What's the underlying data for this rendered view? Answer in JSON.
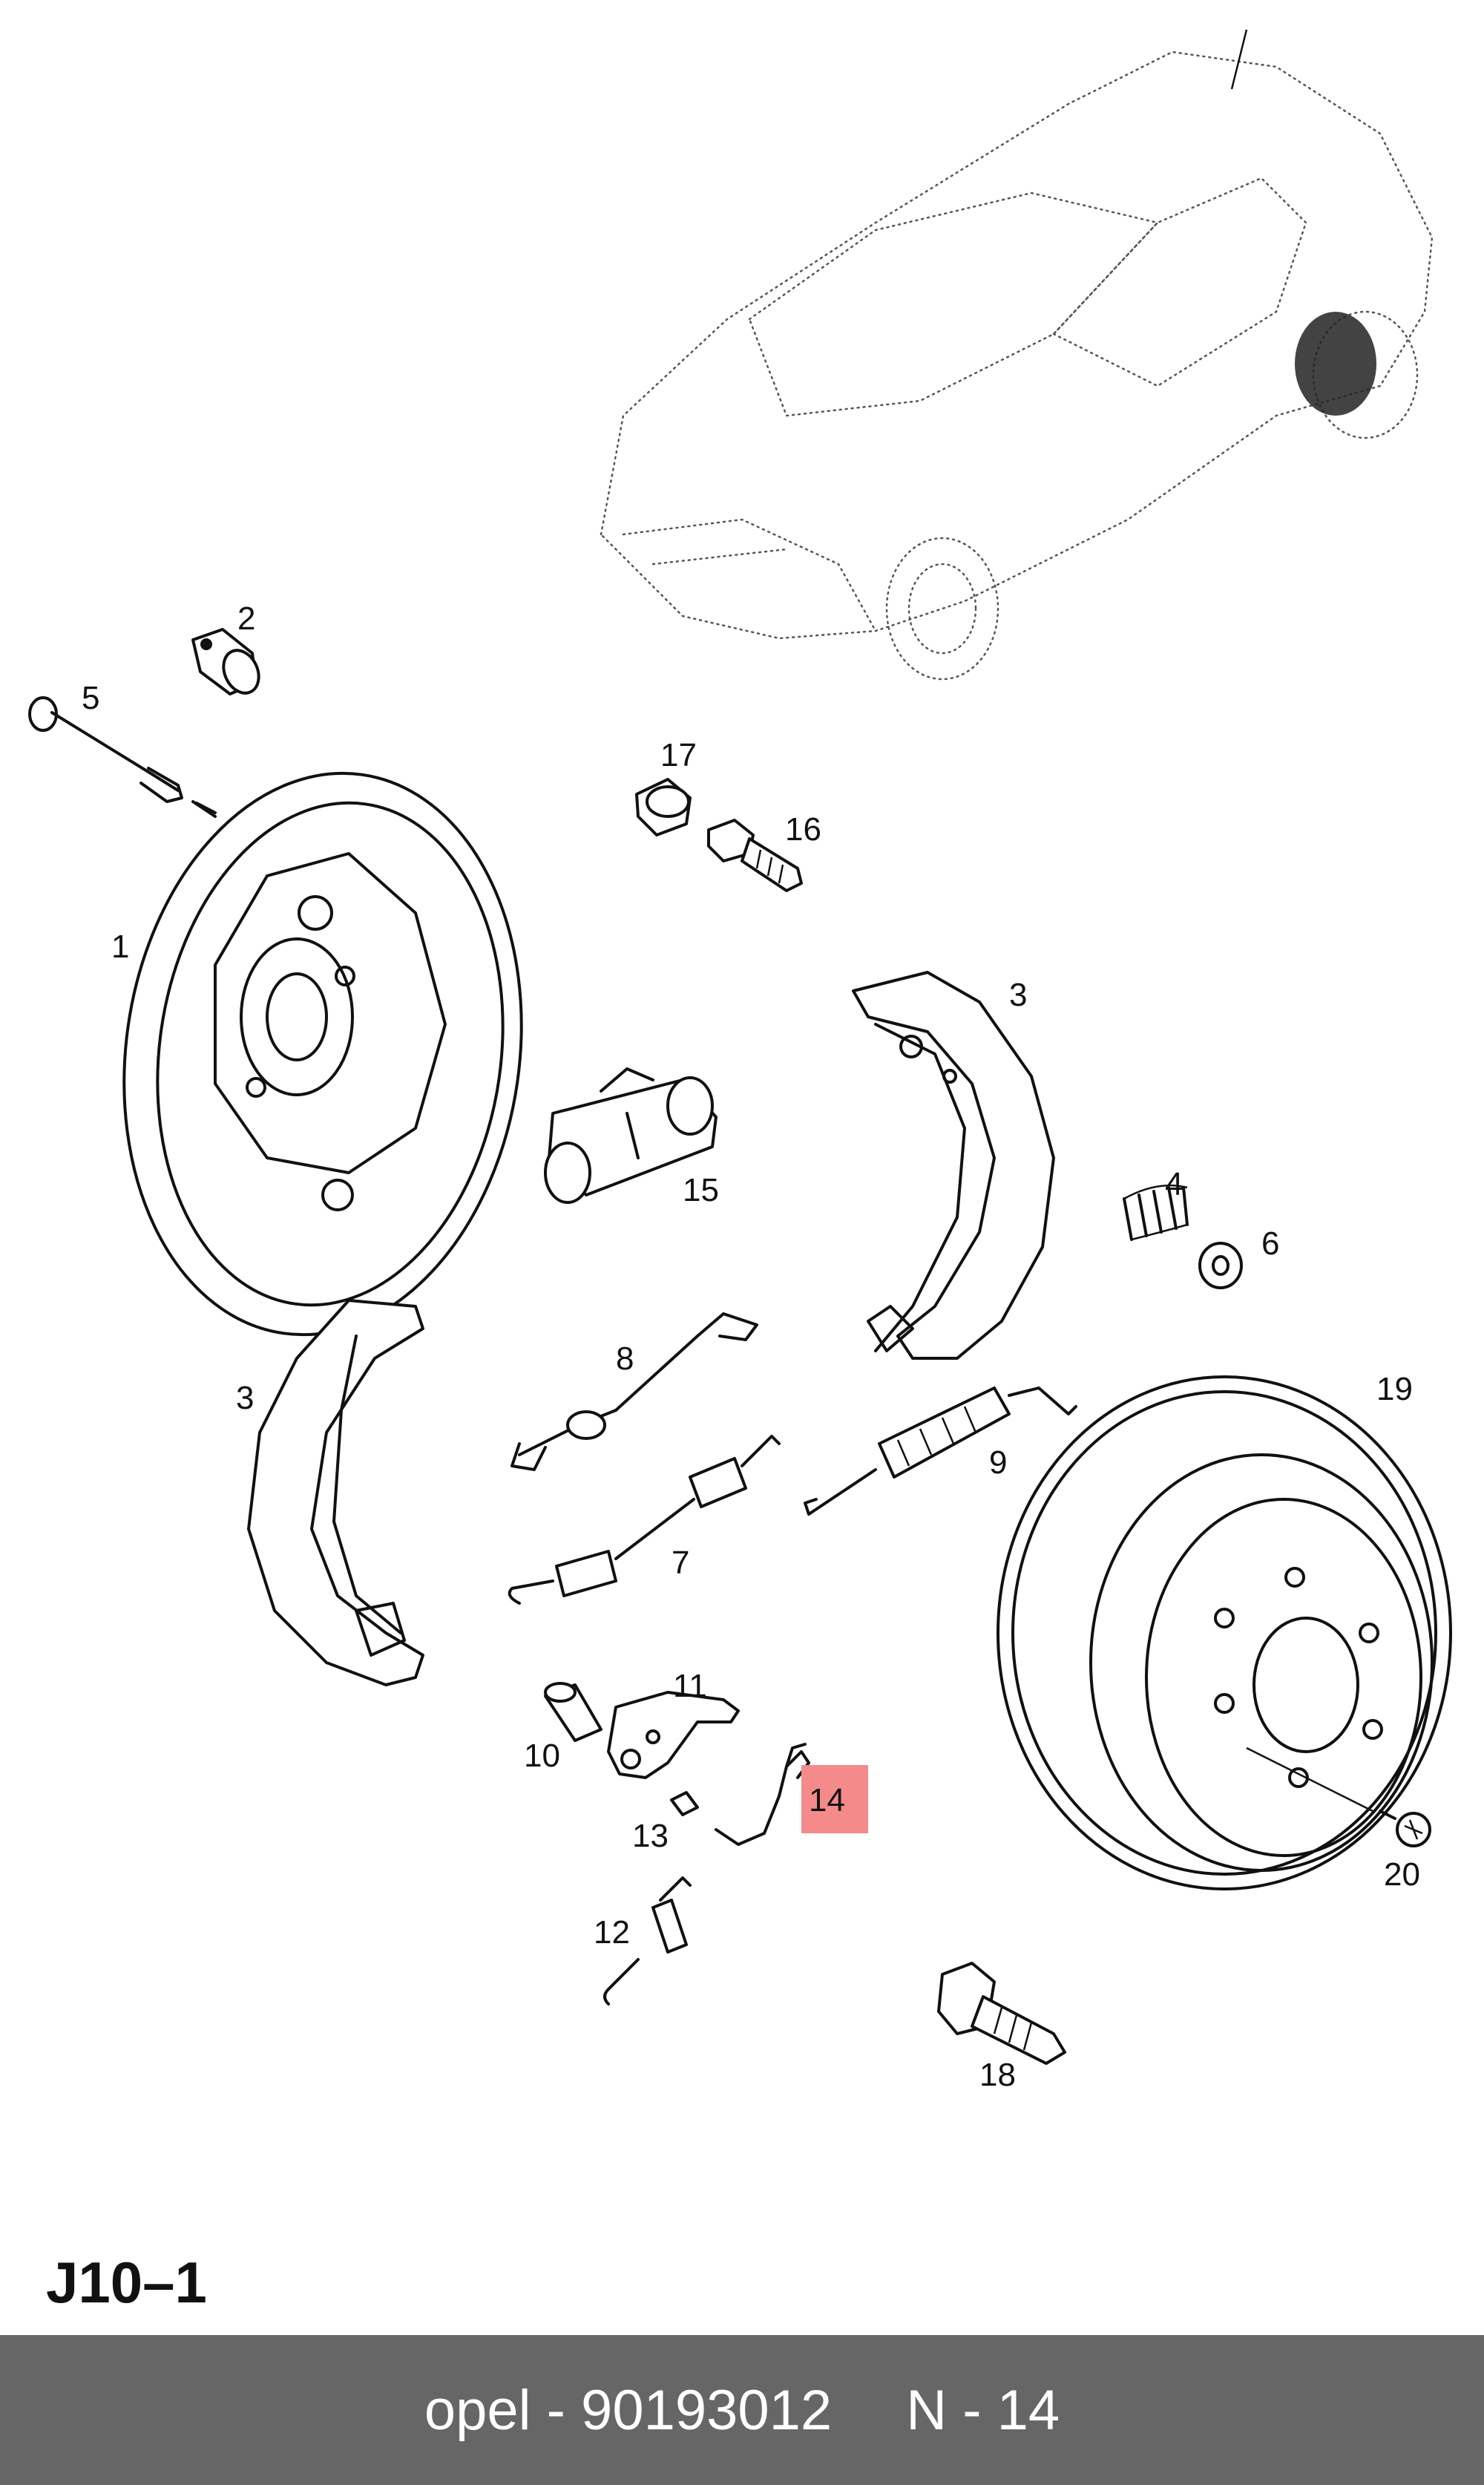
{
  "diagram": {
    "page_code": "J10–1",
    "highlight_color": "#f48a8a",
    "callouts": [
      {
        "label": "1"
      },
      {
        "label": "2"
      },
      {
        "label": "3"
      },
      {
        "label": "3"
      },
      {
        "label": "4"
      },
      {
        "label": "5"
      },
      {
        "label": "6"
      },
      {
        "label": "7"
      },
      {
        "label": "8"
      },
      {
        "label": "9"
      },
      {
        "label": "10"
      },
      {
        "label": "11"
      },
      {
        "label": "12"
      },
      {
        "label": "13"
      },
      {
        "label": "14",
        "highlighted": true
      },
      {
        "label": "15"
      },
      {
        "label": "16"
      },
      {
        "label": "17"
      },
      {
        "label": "18"
      },
      {
        "label": "19"
      },
      {
        "label": "20"
      }
    ]
  },
  "footer": {
    "left_text": "opel - 90193012",
    "right_text": "N - 14",
    "background": "#666666"
  }
}
